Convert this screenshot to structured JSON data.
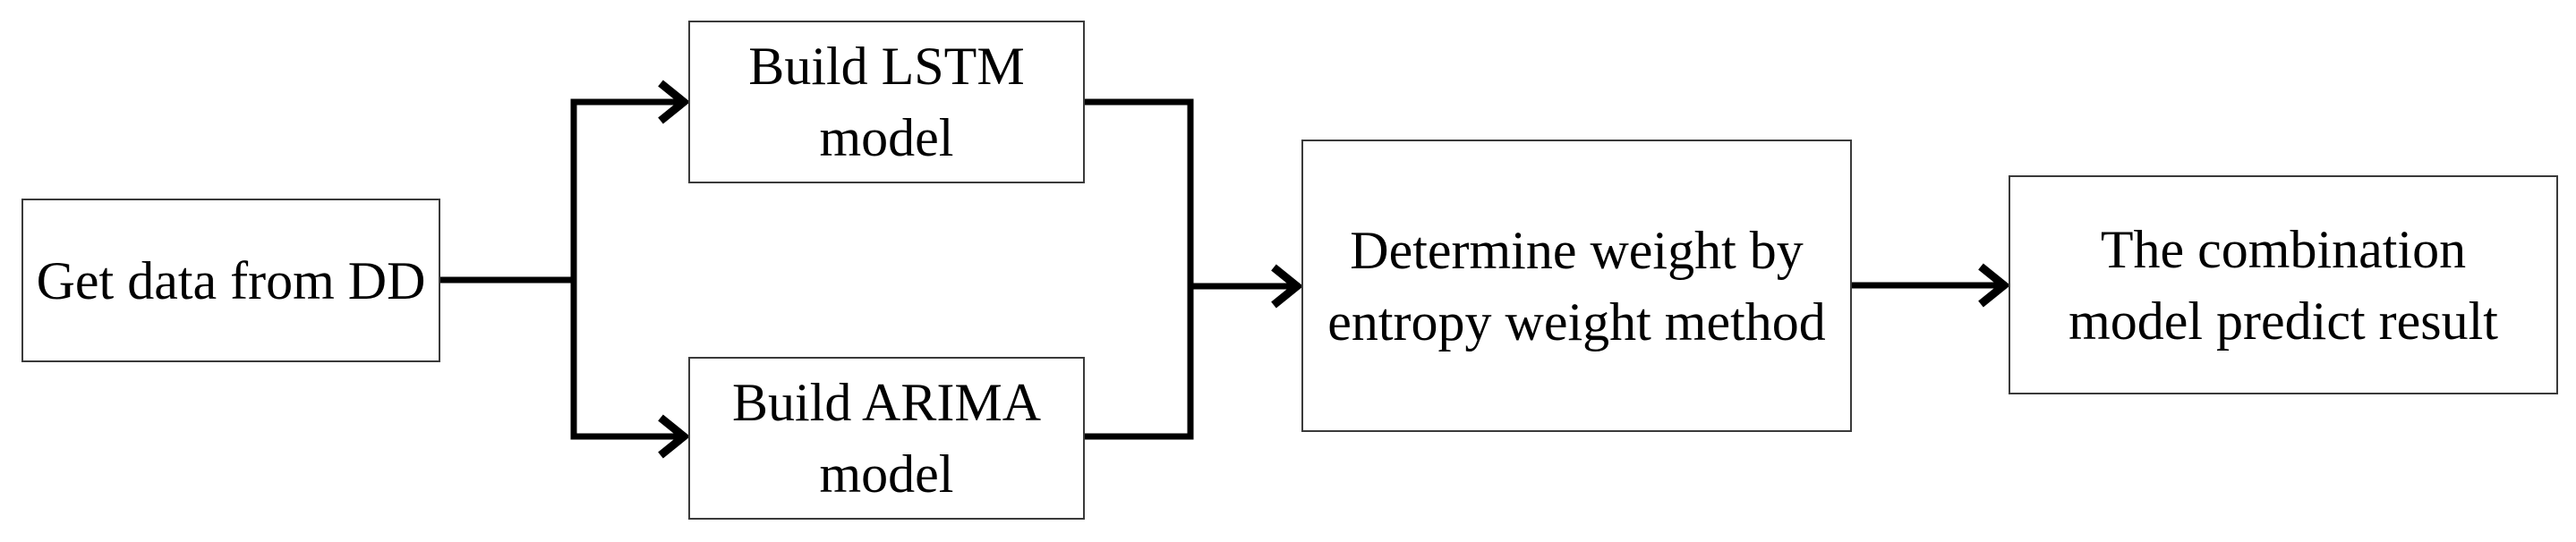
{
  "diagram": {
    "type": "flowchart",
    "background_color": "#ffffff",
    "box_border_color": "#3a3a3a",
    "connector_color": "#000000",
    "text_color": "#000000",
    "nodes": [
      {
        "id": "get-data",
        "label": "Get data from DD",
        "lines": [
          "Get data from DD",
          ""
        ]
      },
      {
        "id": "build-lstm",
        "label": "Build LSTM model",
        "lines": [
          "Build LSTM",
          "model"
        ]
      },
      {
        "id": "build-arima",
        "label": "Build ARIMA model",
        "lines": [
          "Build ARIMA",
          "model"
        ]
      },
      {
        "id": "entropy-weight",
        "label": "Determine weight by entropy weight method",
        "lines": [
          "Determine weight by",
          "entropy weight method"
        ]
      },
      {
        "id": "combination-result",
        "label": "The combination model predict result",
        "lines": [
          "The combination",
          "model predict result"
        ]
      }
    ],
    "edges": [
      {
        "from": "get-data",
        "to": "build-lstm",
        "arrowhead": true
      },
      {
        "from": "get-data",
        "to": "build-arima",
        "arrowhead": true
      },
      {
        "from": "build-lstm",
        "to": "entropy-weight",
        "arrowhead": true
      },
      {
        "from": "build-arima",
        "to": "entropy-weight",
        "arrowhead": true
      },
      {
        "from": "entropy-weight",
        "to": "combination-result",
        "arrowhead": true
      }
    ]
  }
}
